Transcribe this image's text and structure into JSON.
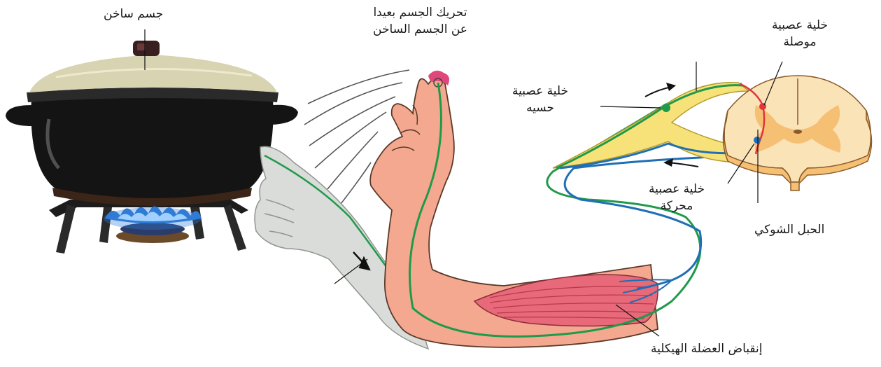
{
  "labels": {
    "hot_object": "جسم ساخن",
    "withdraw": [
      "تحريك الجسم بعيدا",
      "عن الجسم الساخن"
    ],
    "interneuron": [
      "خلية عصبية",
      "موصلة"
    ],
    "sensory_neuron": [
      "خلية عصبية",
      "حسيه"
    ],
    "motor_neuron": [
      "خلية عصبية",
      "محركة"
    ],
    "spinal_cord": "الحبل الشوكي",
    "muscle_contraction": "إنقباض العضلة الهيكلية"
  },
  "colors": {
    "sensory": "#1f9a4a",
    "motor": "#1f6fb5",
    "interneuron": "#e0353a",
    "skin": "#f4a88f",
    "muscle": "#e8697a",
    "nerve_bundle": "#f7e27a",
    "cord_white": "#fbe3b8",
    "cord_grey": "#f5c074",
    "pot": "#151515",
    "lid": "#d8d3b0",
    "flame": "#2f7bd6",
    "ghost_arm": "#d9dcd9"
  }
}
